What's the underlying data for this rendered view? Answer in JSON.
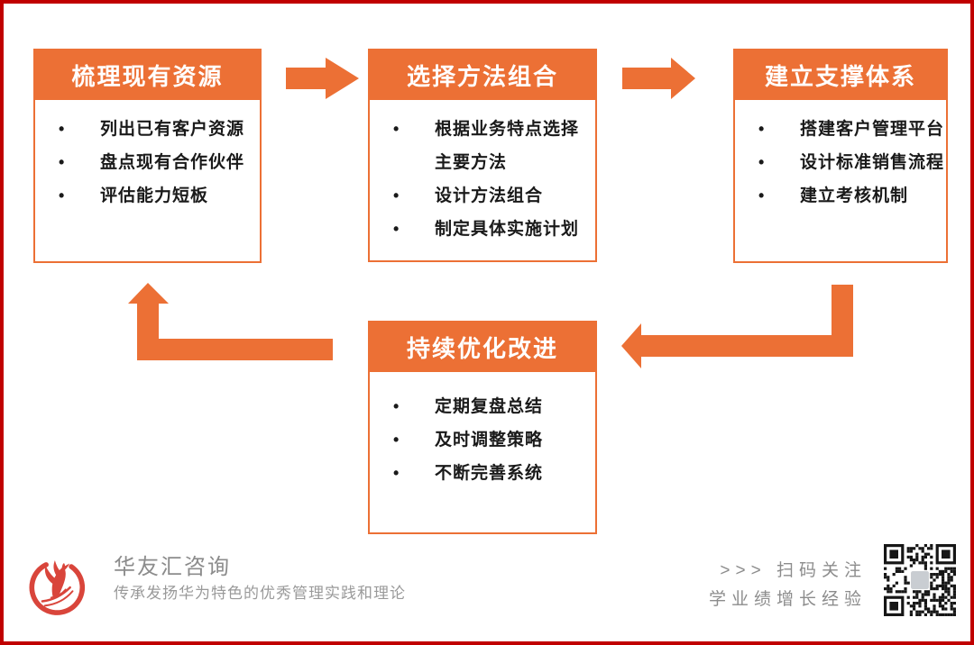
{
  "colors": {
    "accent": "#EC7035",
    "frame_border": "#C00000",
    "text": "#1A1A1A",
    "muted": "#8C8C8C",
    "logo_red": "#D9453B",
    "qr_dark": "#161616"
  },
  "flow": {
    "bullet_char": "•",
    "boxes": [
      {
        "title": "梳理现有资源",
        "items": [
          "列出已有客户资源",
          "盘点现有合作伙伴",
          "评估能力短板"
        ]
      },
      {
        "title": "选择方法组合",
        "items": [
          "根据业务特点选择主要方法",
          "设计方法组合",
          "制定具体实施计划"
        ]
      },
      {
        "title": "建立支撑体系",
        "items": [
          "搭建客户管理平台",
          "设计标准销售流程",
          "建立考核机制"
        ]
      },
      {
        "title": "持续优化改进",
        "items": [
          "定期复盘总结",
          "及时调整策略",
          "不断完善系统"
        ]
      }
    ]
  },
  "footer": {
    "brand_name": "华友汇咨询",
    "brand_tagline": "传承发扬华为特色的优秀管理实践和理论",
    "qr_caption_line1": ">>> 扫码关注",
    "qr_caption_line2": "学业绩增长经验"
  }
}
